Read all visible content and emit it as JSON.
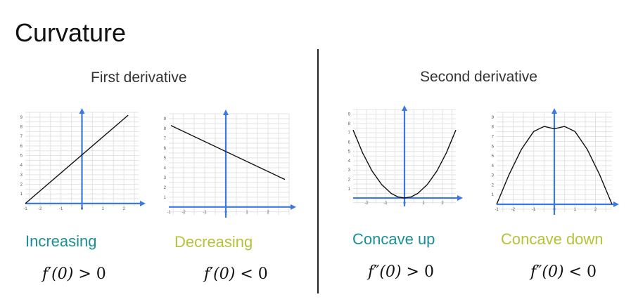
{
  "title": "Curvature",
  "sections": {
    "first": "First derivative",
    "second": "Second derivative"
  },
  "colors": {
    "axis": "#3b78e7",
    "grid": "#e3e3e3",
    "curve": "#111111",
    "teal": "#1a8f96",
    "olive": "#b5c33a"
  },
  "chart_data": [
    {
      "type": "line",
      "caption": "Increasing",
      "caption_color": "#1a8f96",
      "condition": {
        "fn": "f′(0)",
        "op": ">",
        "value": "0"
      },
      "x_ticks": [
        -1,
        -2,
        -1,
        0,
        1,
        2
      ],
      "y_ticks": [
        1,
        2,
        3,
        4,
        5,
        6,
        7,
        8,
        9
      ],
      "xlim": [
        -2.7,
        2.7
      ],
      "ylim": [
        -0.3,
        9.5
      ],
      "series": [
        {
          "x": [
            -2.7,
            2.2
          ],
          "y": [
            0.0,
            9.2
          ]
        }
      ]
    },
    {
      "type": "line",
      "caption": "Decreasing",
      "caption_color": "#b5c33a",
      "condition": {
        "fn": "f′(0)",
        "op": "<",
        "value": "0"
      },
      "x_ticks": [
        -1,
        -2,
        -1,
        0,
        1,
        2
      ],
      "y_ticks": [
        1,
        2,
        3,
        4,
        5,
        6,
        7,
        8,
        9
      ],
      "xlim": [
        -2.7,
        3.0
      ],
      "ylim": [
        -0.8,
        9.5
      ],
      "series": [
        {
          "x": [
            -2.6,
            2.8
          ],
          "y": [
            8.3,
            2.8
          ]
        }
      ]
    },
    {
      "type": "line",
      "caption": "Concave up",
      "caption_color": "#1a8f96",
      "condition": {
        "fn": "f″(0)",
        "op": ">",
        "value": "0"
      },
      "x_ticks": [
        -2,
        -1,
        0,
        1,
        2
      ],
      "y_ticks": [
        1,
        2,
        3,
        4,
        5,
        6,
        7,
        8,
        9
      ],
      "xlim": [
        -2.7,
        2.7
      ],
      "ylim": [
        -0.6,
        9.5
      ],
      "series": [
        {
          "x": [
            -2.7,
            -2.2,
            -1.7,
            -1.2,
            -0.7,
            -0.35,
            0,
            0.35,
            0.7,
            1.2,
            1.7,
            2.2,
            2.7
          ],
          "y": [
            7.3,
            4.84,
            2.89,
            1.44,
            0.49,
            0.12,
            0,
            0.12,
            0.49,
            1.44,
            2.89,
            4.84,
            7.3
          ]
        }
      ]
    },
    {
      "type": "line",
      "caption": "Concave down",
      "caption_color": "#b5c33a",
      "condition": {
        "fn": "f″(0)",
        "op": "<",
        "value": "0"
      },
      "x_ticks": [
        -1,
        -2,
        -1,
        0,
        1,
        2
      ],
      "y_ticks": [
        1,
        2,
        3,
        4,
        5,
        6,
        7,
        8,
        9
      ],
      "xlim": [
        -2.8,
        2.8
      ],
      "ylim": [
        -0.8,
        9.5
      ],
      "series": [
        {
          "x": [
            -2.8,
            -2.2,
            -1.6,
            -1.0,
            -0.5,
            0,
            0.5,
            1.0,
            1.6,
            2.2,
            2.8
          ],
          "y": [
            0,
            3.06,
            5.66,
            7.53,
            8.04,
            7.8,
            8.04,
            7.53,
            5.66,
            3.06,
            0
          ]
        }
      ]
    }
  ]
}
